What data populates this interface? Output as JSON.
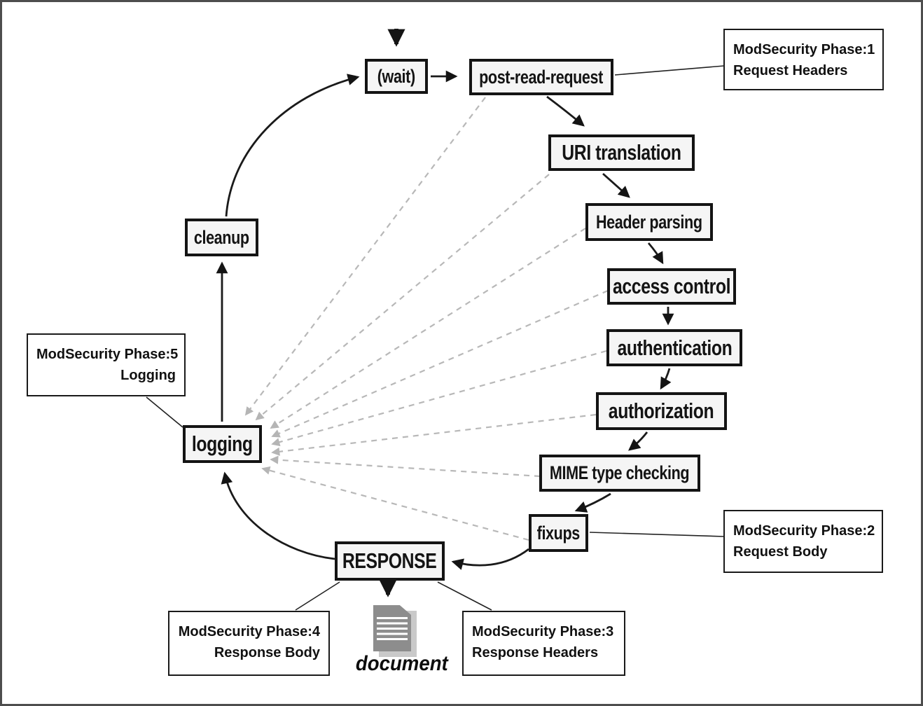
{
  "diagram": {
    "nodes": {
      "wait": "(wait)",
      "post_read_request": "post-read-request",
      "uri_translation": "URI translation",
      "header_parsing": "Header parsing",
      "access_control": "access control",
      "authentication": "authentication",
      "authorization": "authorization",
      "mime_type_checking": "MIME type checking",
      "fixups": "fixups",
      "response": "RESPONSE",
      "logging": "logging",
      "cleanup": "cleanup"
    },
    "annotations": {
      "phase1": {
        "line1": "ModSecurity Phase:1",
        "line2": "Request Headers"
      },
      "phase2": {
        "line1": "ModSecurity Phase:2",
        "line2": "Request Body"
      },
      "phase3": {
        "line1": "ModSecurity Phase:3",
        "line2": "Response Headers"
      },
      "phase4": {
        "line1": "ModSecurity Phase:4",
        "line2": "Response Body"
      },
      "phase5": {
        "line1": "ModSecurity Phase:5",
        "line2": "Logging"
      }
    },
    "document_label": "document",
    "colors": {
      "node_fill": "#f5f5f5",
      "node_border": "#141414",
      "solid_arrow": "#1a1a1a",
      "dashed_arrow": "#b8b8b8",
      "frame": "#4d4d4d",
      "document_fill": "#8d8d8d",
      "document_shadow": "#c9c9c9"
    }
  }
}
